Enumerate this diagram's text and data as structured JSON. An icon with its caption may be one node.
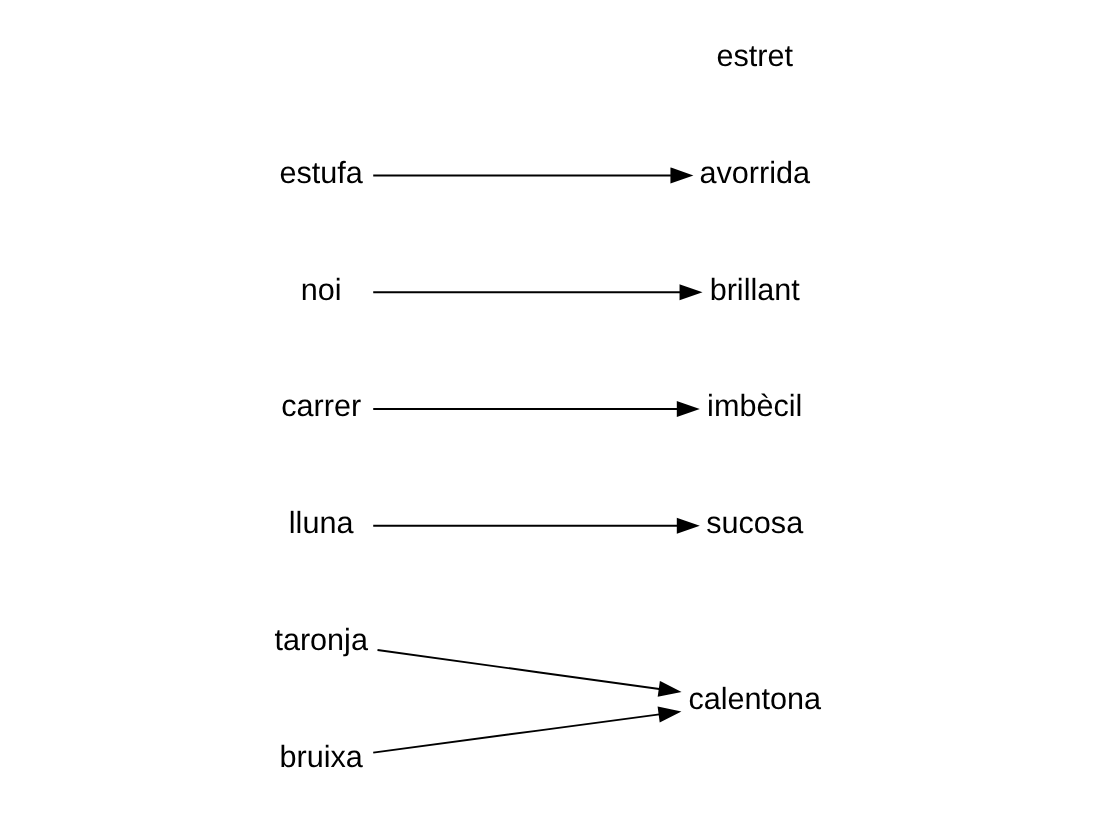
{
  "diagram": {
    "nodes": [
      {
        "text": [
          "taronja"
        ]
      },
      {
        "text": [
          "sucosa"
        ]
      },
      {
        "text": [
          "lluna"
        ]
      },
      {
        "text": [
          "brillant"
        ]
      },
      {
        "text": [
          "carrer"
        ]
      },
      {
        "text": [
          "estret"
        ]
      },
      {
        "text": [
          "noi"
        ]
      },
      {
        "text": [
          "imbècil"
        ]
      },
      {
        "text": [
          "estufa"
        ]
      },
      {
        "text": [
          "calentona"
        ]
      },
      {
        "text": [
          "bruixa"
        ]
      },
      {
        "text": [
          "avorrida"
        ]
      }
    ],
    "edges": [
      {
        "from": 0,
        "to": 9,
        "arrow": "to"
      },
      {
        "from": 2,
        "to": 1,
        "arrow": "to"
      },
      {
        "from": 4,
        "to": 7,
        "arrow": "to"
      },
      {
        "from": 6,
        "to": 3,
        "arrow": "to"
      },
      {
        "from": 8,
        "to": 11,
        "arrow": "to"
      },
      {
        "from": 10,
        "to": 9,
        "arrow": "to"
      }
    ]
  }
}
